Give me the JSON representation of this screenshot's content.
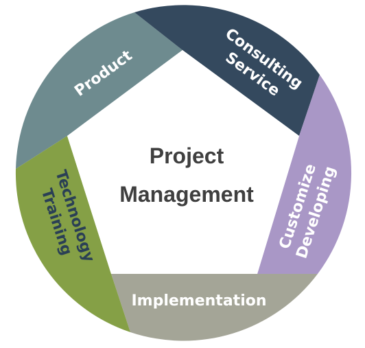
{
  "center": {
    "line1": "Project",
    "line2": "Management",
    "color": "#3f3f3f"
  },
  "segments": [
    {
      "id": "product",
      "lines": [
        "Product"
      ],
      "fill": "#6e8b8f",
      "text_color": "#ffffff"
    },
    {
      "id": "consulting-service",
      "lines": [
        "Consulting",
        "Service"
      ],
      "fill": "#34495e",
      "text_color": "#ffffff"
    },
    {
      "id": "customize-developing",
      "lines": [
        "Customize",
        "Developing"
      ],
      "fill": "#a997c6",
      "text_color": "#ffffff"
    },
    {
      "id": "implementation",
      "lines": [
        "Implementation"
      ],
      "fill": "#a4a597",
      "text_color": "#ffffff"
    },
    {
      "id": "technology-training",
      "lines": [
        "Technology",
        "Training"
      ],
      "fill": "#85a046",
      "text_color": "#2a3f55"
    }
  ]
}
